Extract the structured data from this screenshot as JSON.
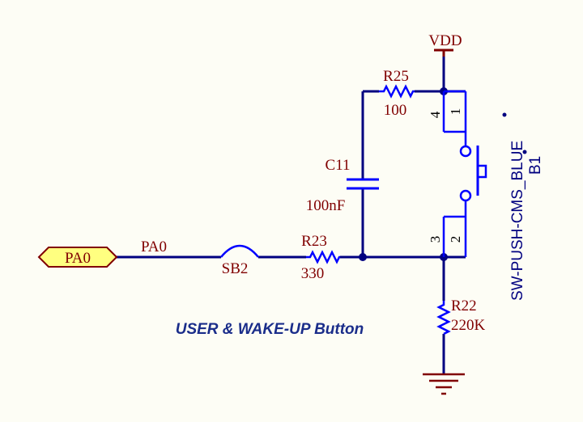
{
  "labels": {
    "vdd": "VDD",
    "r25_ref": "R25",
    "r25_value": "100",
    "c11_ref": "C11",
    "c11_value": "100nF",
    "pa0_port": "PA0",
    "pa0_net": "PA0",
    "sb2_ref": "SB2",
    "r23_ref": "R23",
    "r23_value": "330",
    "r22_ref": "R22",
    "r22_value": "220K",
    "switch_part": "SW-PUSH-CMS_BLUE",
    "switch_ref": "B1",
    "pin1": "1",
    "pin2": "2",
    "pin3": "3",
    "pin4": "4",
    "caption": "USER & WAKE-UP Button"
  },
  "colors": {
    "background": "#fdfdf5",
    "wire": "#000080",
    "component": "#0000ff",
    "label_text": "#800000",
    "power": "#800000",
    "port_fill": "#ffff80",
    "port_stroke": "#800000",
    "caption": "#1a2d8a"
  }
}
